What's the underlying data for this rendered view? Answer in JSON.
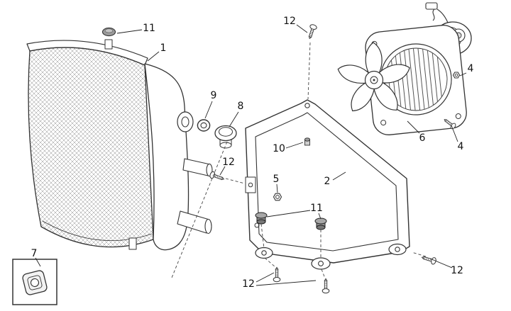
{
  "diagram": {
    "kind": "exploded-parts-diagram",
    "subject": "radiator-and-cooling-fan-assembly",
    "background_color": "#ffffff",
    "line_color": "#2e2e2e"
  },
  "callouts": {
    "c11_top": {
      "label": "11"
    },
    "c1": {
      "label": "1"
    },
    "c12_top": {
      "label": "12"
    },
    "c9": {
      "label": "9"
    },
    "c8": {
      "label": "8"
    },
    "c4_upper": {
      "label": "4"
    },
    "c6": {
      "label": "6"
    },
    "c4_lower": {
      "label": "4"
    },
    "c10": {
      "label": "10"
    },
    "c12_left": {
      "label": "12"
    },
    "c2": {
      "label": "2"
    },
    "c5": {
      "label": "5"
    },
    "c11_mid": {
      "label": "11"
    },
    "c12_right": {
      "label": "12"
    },
    "c7": {
      "label": "7"
    },
    "c12_bottom": {
      "label": "12"
    }
  }
}
